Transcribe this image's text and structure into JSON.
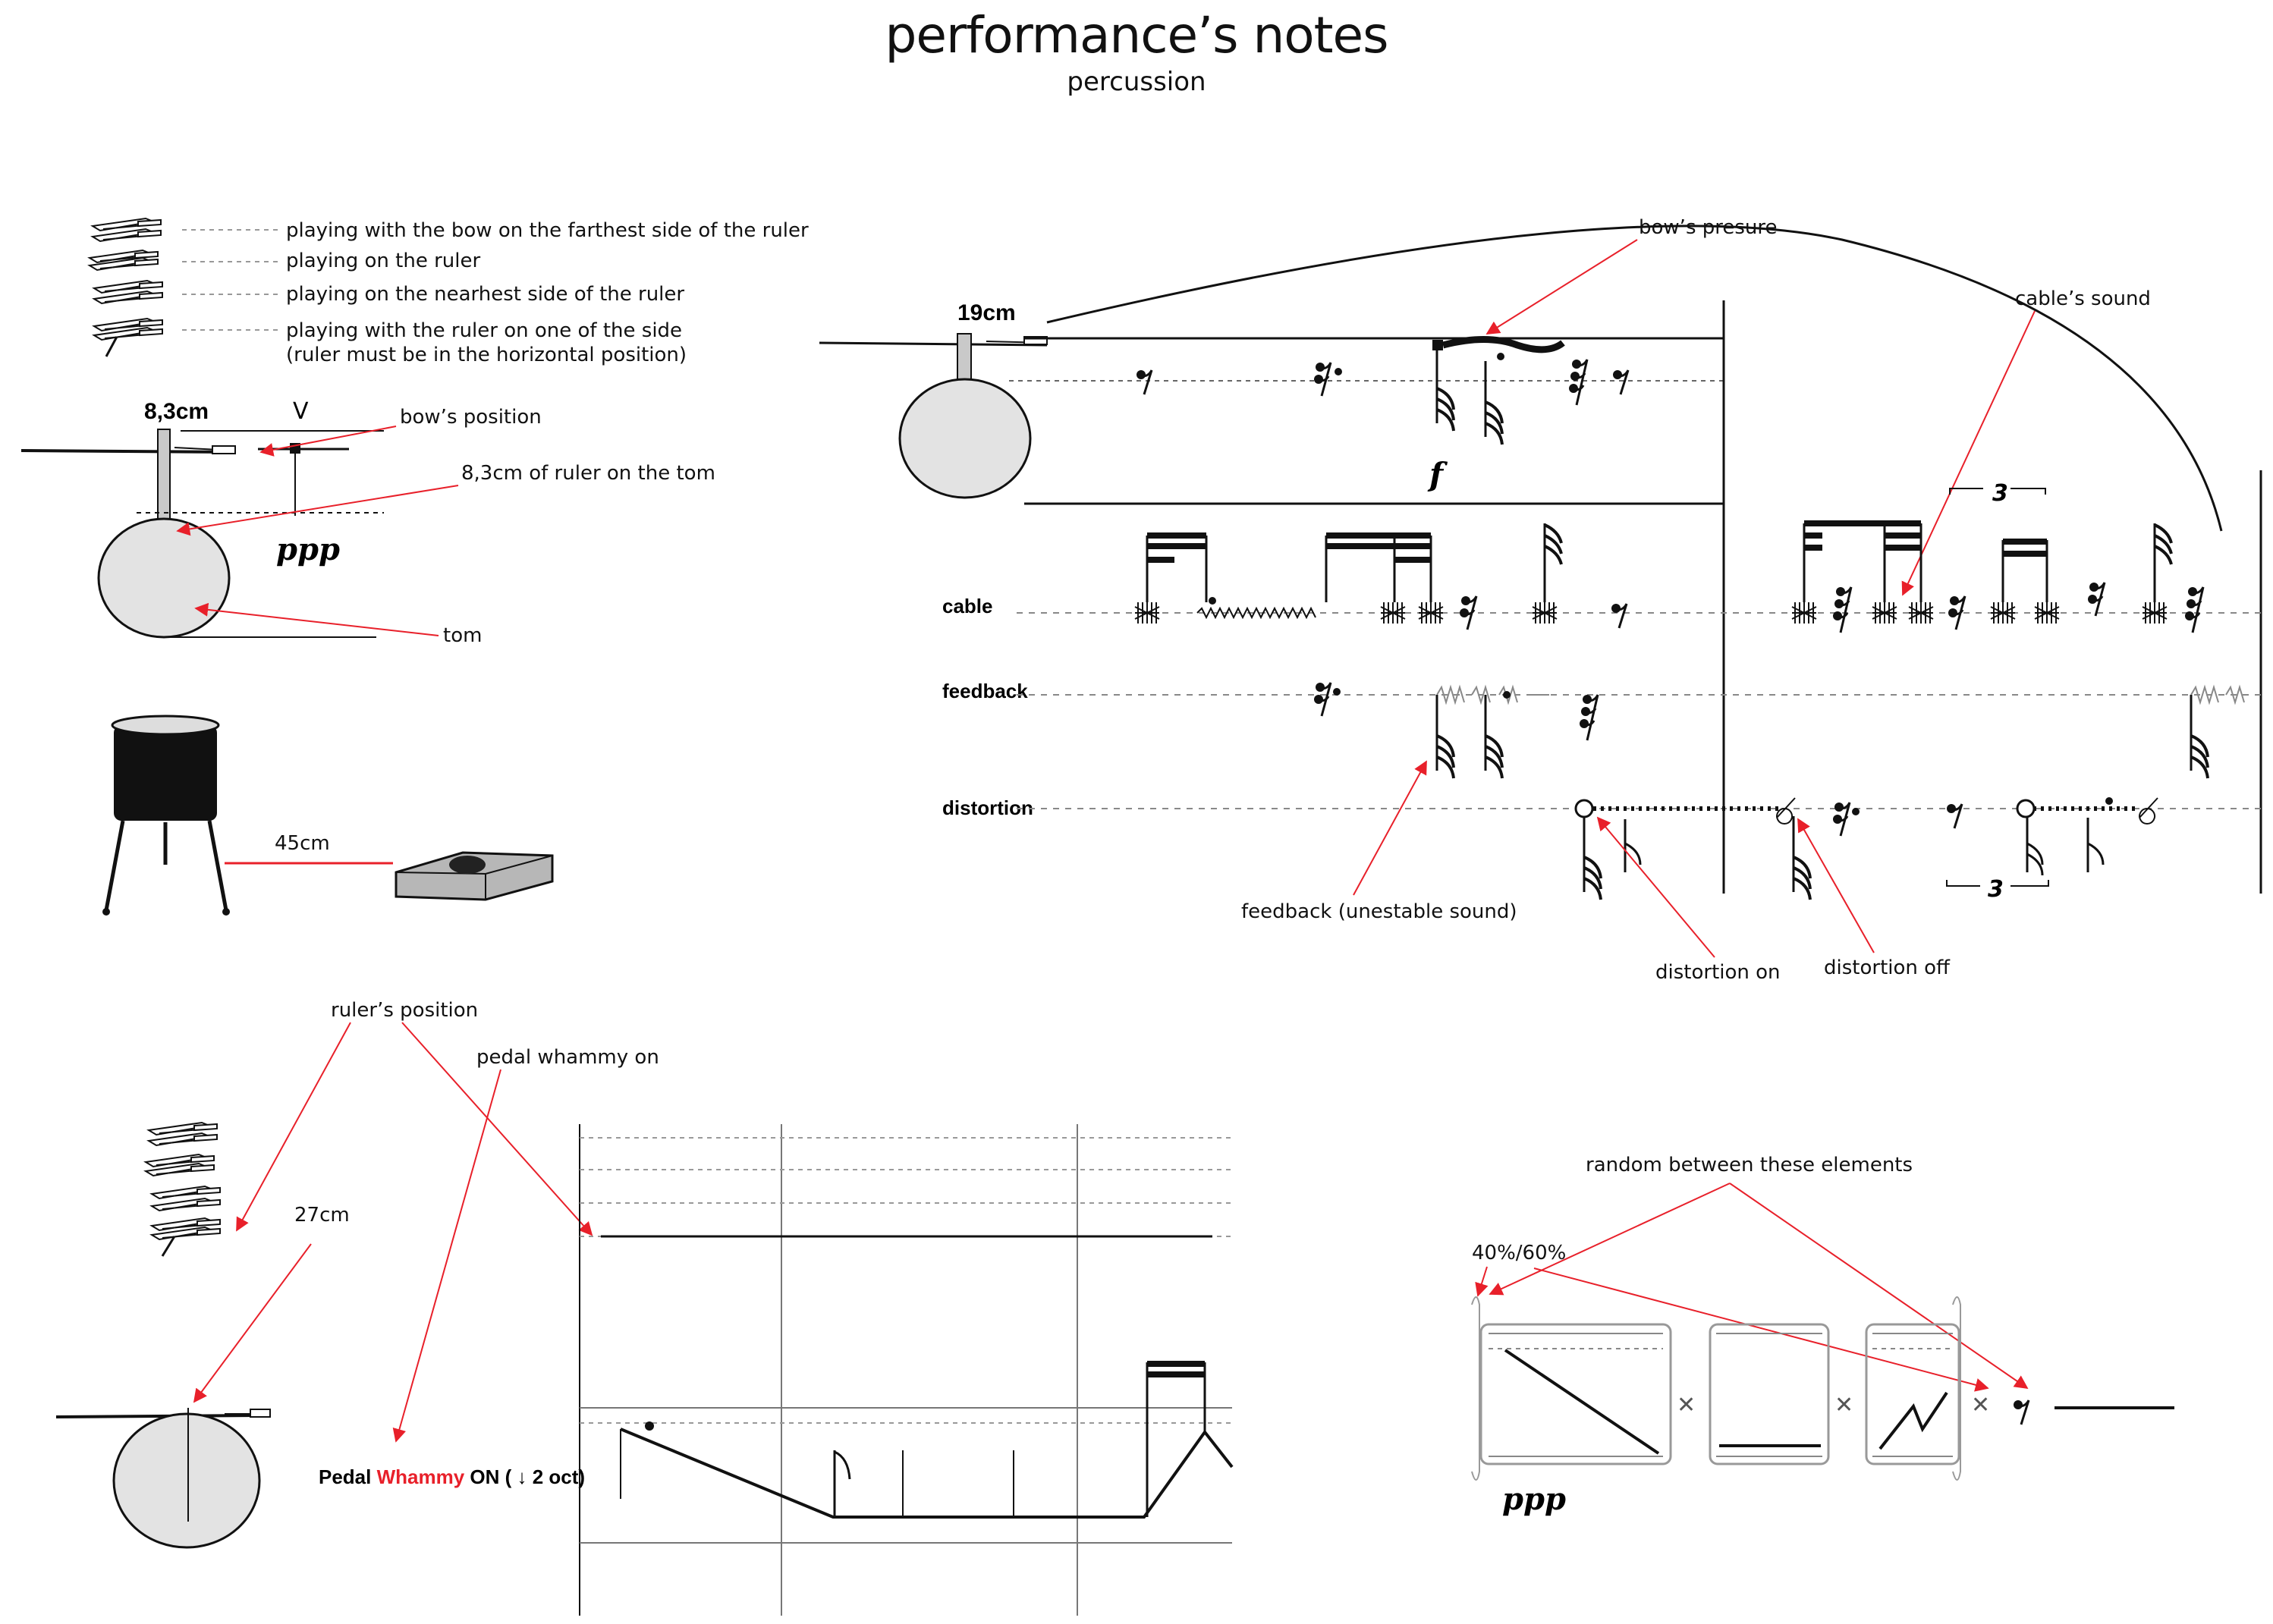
{
  "header": {
    "title": "performance’s notes",
    "subtitle": "percussion"
  },
  "legend": {
    "items": [
      {
        "label": "playing with the bow on the farthest side of the ruler"
      },
      {
        "label": "playing on the ruler"
      },
      {
        "label": "playing on the nearhest side of the ruler"
      },
      {
        "label": "playing with the ruler on one of the side"
      }
    ],
    "note": "(ruler must be in the horizontal position)"
  },
  "setup": {
    "length_label": "8,3cm",
    "bow_position_label": "bow’s position",
    "ruler_on_tom_label": "8,3cm of ruler on the tom",
    "dynamic": "ppp",
    "tom_label": "tom",
    "mark": "V",
    "distance_label": "45cm"
  },
  "score": {
    "length_label": "19cm",
    "bow_pressure_label": "bow’s presure",
    "cable_sound_label": "cable’s sound",
    "dynamic": "f",
    "tuplet": "3",
    "tuplet_lower": "3",
    "staff_labels": {
      "cable": "cable",
      "feedback": "feedback",
      "distortion": "distortion"
    },
    "feedback_label": "feedback (unestable sound)",
    "distortion_on_label": "distortion on",
    "distortion_off_label": "distortion off"
  },
  "whammy": {
    "rulers_position_label": "ruler’s position",
    "pedal_whammy_on_label": "pedal whammy on",
    "length_label": "27cm",
    "pedal_text": {
      "prefix": "Pedal ",
      "highlight": "Whammy",
      "suffix": " ON ( ↓ 2 oct)"
    },
    "highlight_color": "#e8202a"
  },
  "random": {
    "label": "random between these elements",
    "ratio": "40%/60%",
    "dynamic": "ppp"
  },
  "colors": {
    "annotation": "#e8202a",
    "ink": "#111111",
    "drum_fill": "#e3e3e3"
  }
}
